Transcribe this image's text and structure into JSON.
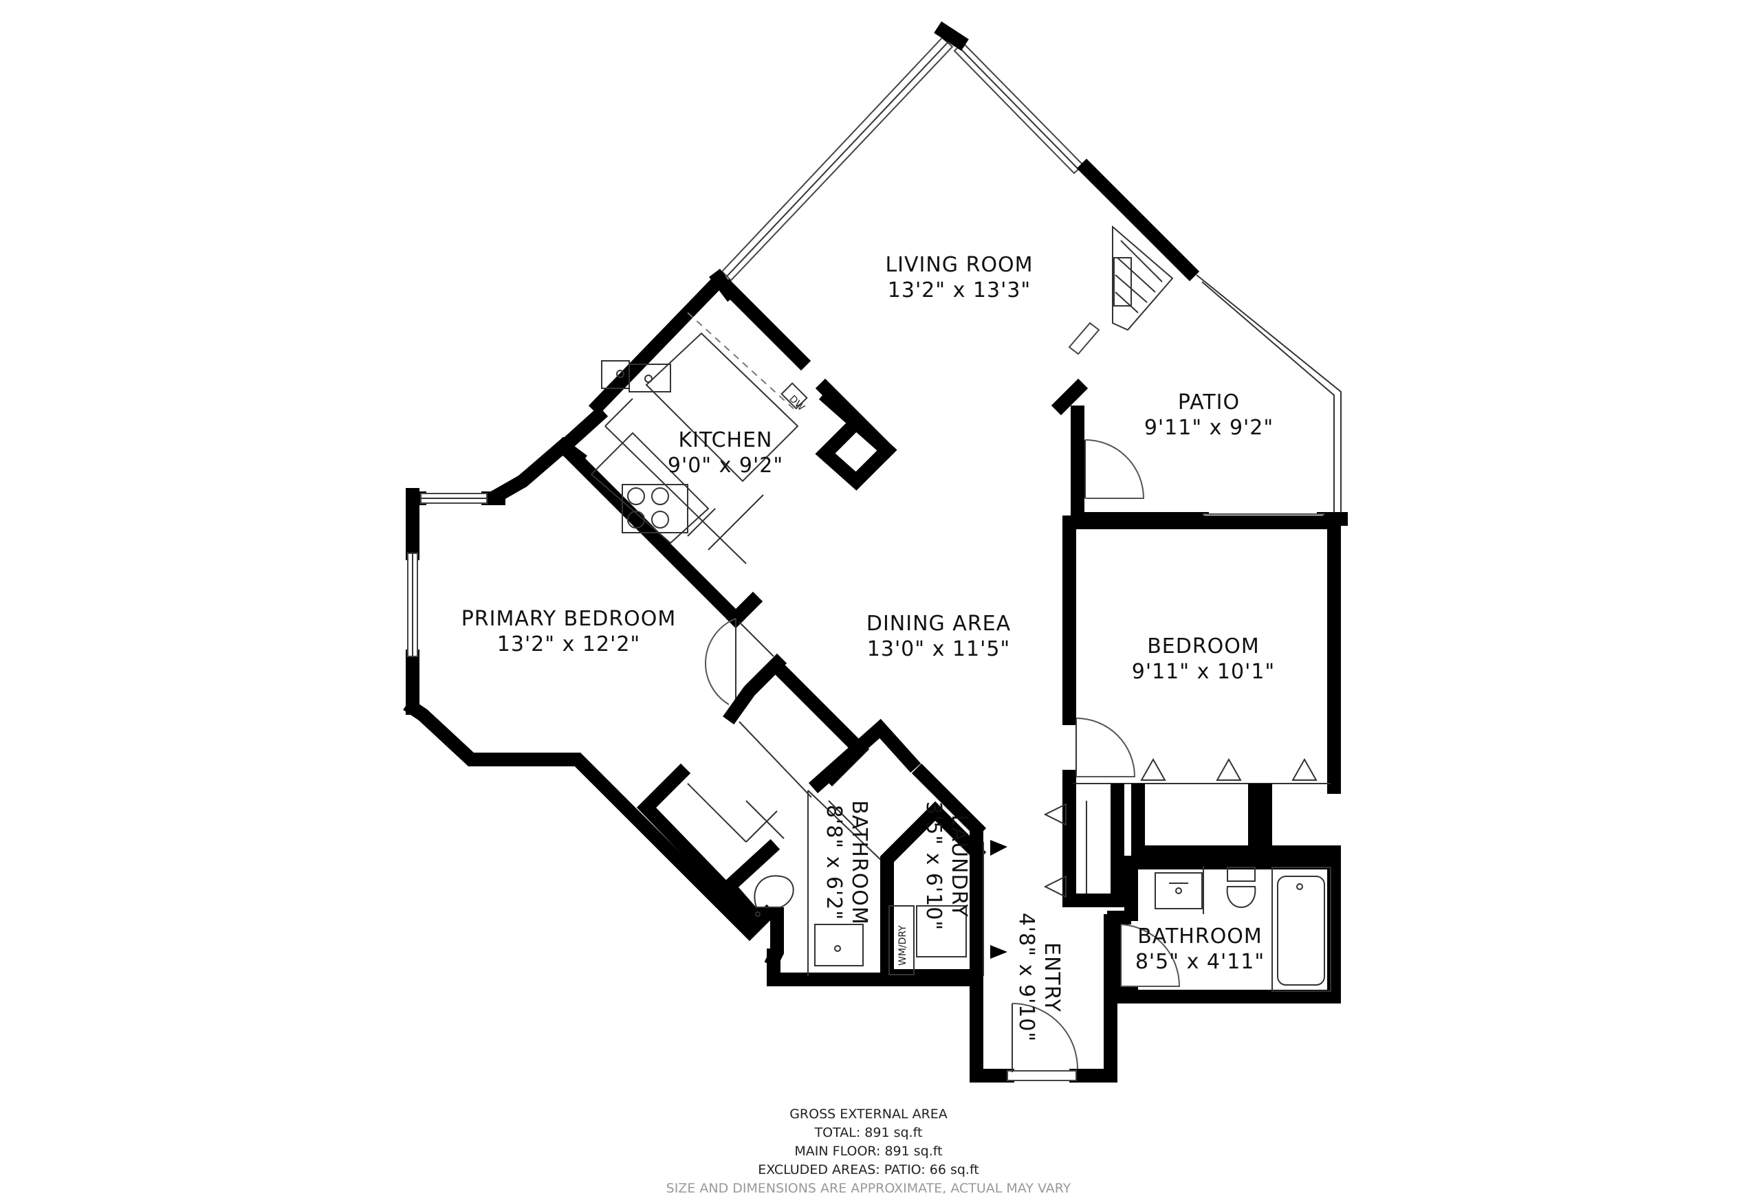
{
  "rooms": [
    {
      "id": "living-room",
      "name": "LIVING ROOM",
      "dims": "13'2\" x 13'3\""
    },
    {
      "id": "patio",
      "name": "PATIO",
      "dims": "9'11\" x 9'2\""
    },
    {
      "id": "kitchen",
      "name": "KITCHEN",
      "dims": "9'0\" x 9'2\""
    },
    {
      "id": "primary-bedroom",
      "name": "PRIMARY BEDROOM",
      "dims": "13'2\" x 12'2\""
    },
    {
      "id": "dining-area",
      "name": "DINING AREA",
      "dims": "13'0\" x 11'5\""
    },
    {
      "id": "bedroom",
      "name": "BEDROOM",
      "dims": "9'11\" x 10'1\""
    },
    {
      "id": "bathroom-left",
      "name": "BATHROOM",
      "dims": "8'8\" x 6'2\""
    },
    {
      "id": "laundry",
      "name": "LAUNDRY",
      "dims": "3'5\" x 6'10\""
    },
    {
      "id": "entry",
      "name": "ENTRY",
      "dims": "4'8\" x 9'10\""
    },
    {
      "id": "bathroom-right",
      "name": "BATHROOM",
      "dims": "8'5\" x 4'11\""
    }
  ],
  "fixtures": {
    "dishwasher": "DW",
    "washer_dryer": "WM/DRY"
  },
  "footer": {
    "heading": "GROSS EXTERNAL AREA",
    "total": "TOTAL: 891 sq.ft",
    "main_floor": "MAIN FLOOR: 891 sq.ft",
    "excluded": "EXCLUDED AREAS: PATIO: 66 sq.ft",
    "disclaimer": "SIZE AND DIMENSIONS ARE APPROXIMATE, ACTUAL MAY VARY"
  },
  "colors": {
    "wall": "#000000",
    "line": "#333333",
    "background": "#ffffff",
    "disclaimer": "#999999"
  }
}
